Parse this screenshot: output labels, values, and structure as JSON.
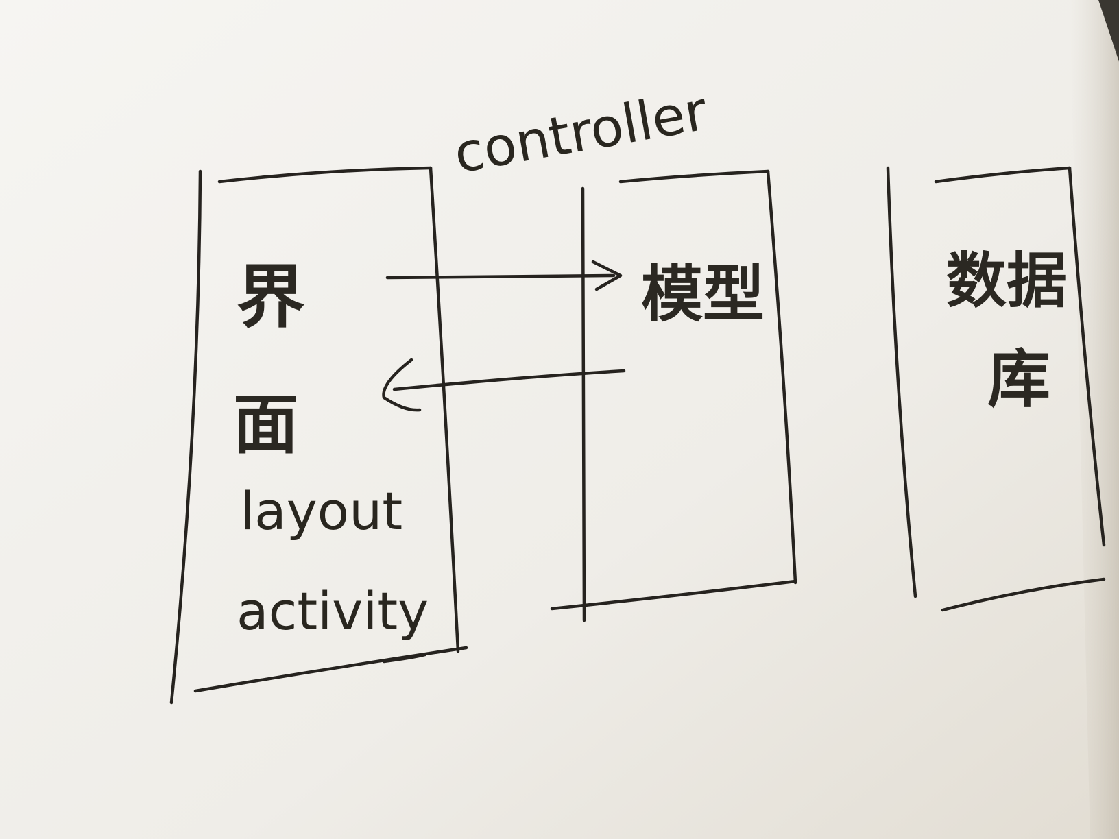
{
  "diagram": {
    "top_label": "controller",
    "view_column": {
      "chars": [
        "界",
        "面"
      ],
      "lines": [
        "layout",
        "activity"
      ]
    },
    "model_column": {
      "label": "模型"
    },
    "db_column": {
      "chars_row1": [
        "数",
        "据"
      ],
      "chars_row2": [
        "库"
      ]
    }
  },
  "colors": {
    "paper": "#f3f1ec",
    "ink": "#26231f",
    "background": "#3a3731"
  }
}
